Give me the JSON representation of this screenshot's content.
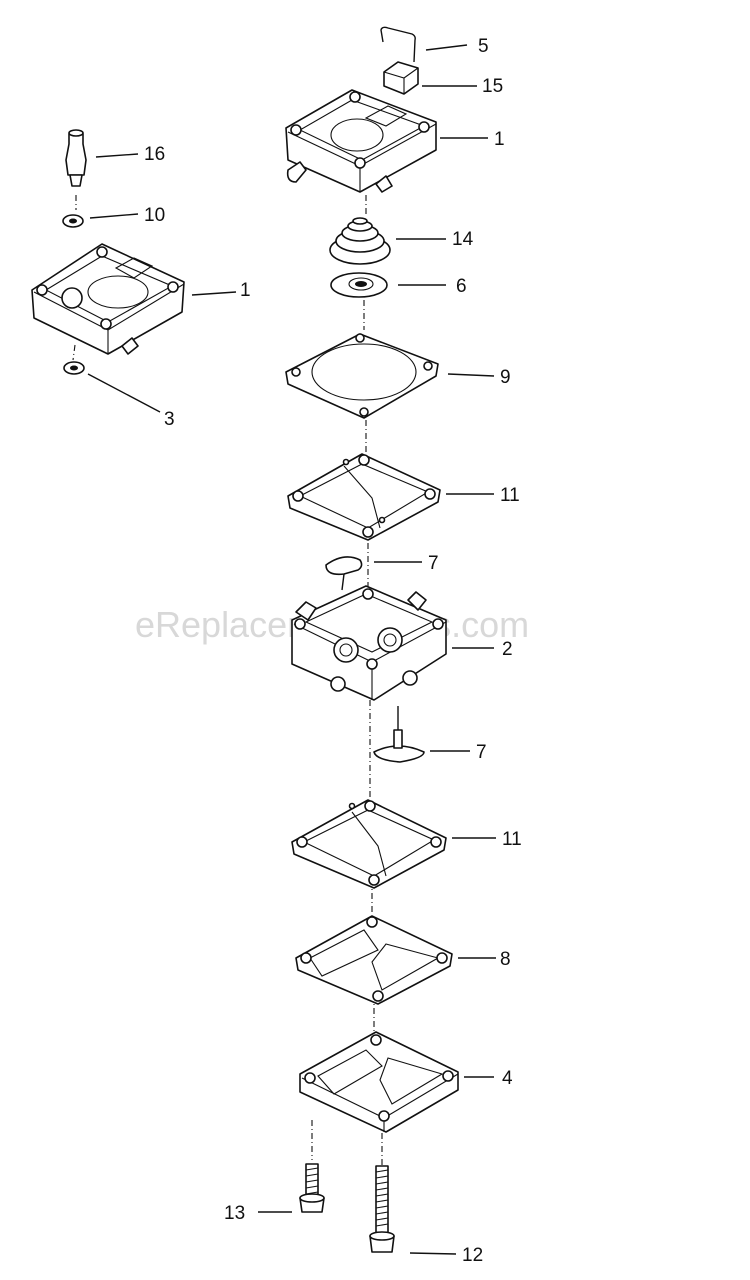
{
  "watermark": "eReplacementParts.com",
  "callouts": {
    "c5": "5",
    "c15": "15",
    "c1_top": "1",
    "c16": "16",
    "c10": "10",
    "c1_left": "1",
    "c3": "3",
    "c14": "14",
    "c6": "6",
    "c9": "9",
    "c11_upper": "11",
    "c7_upper": "7",
    "c2": "2",
    "c7_lower": "7",
    "c11_lower": "11",
    "c8": "8",
    "c4": "4",
    "c13": "13",
    "c12": "12"
  }
}
